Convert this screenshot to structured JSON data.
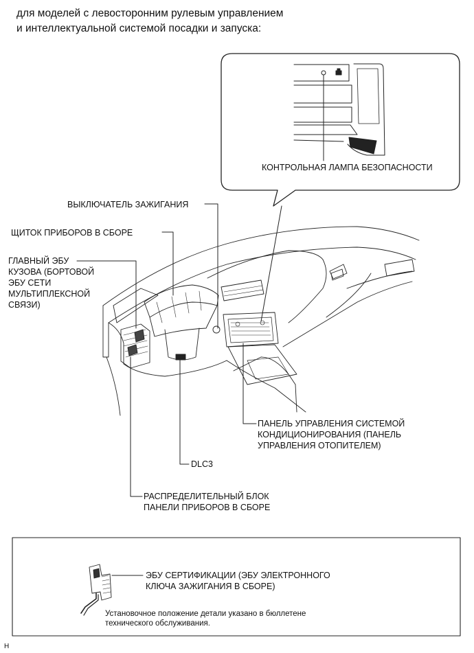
{
  "heading": {
    "line1": "для моделей с левосторонним рулевым управлением",
    "line2": "и интеллектуальной системой посадки и запуска:"
  },
  "labels": {
    "security_lamp": "КОНТРОЛЬНАЯ ЛАМПА БЕЗОПАСНОСТИ",
    "ignition_switch": "ВЫКЛЮЧАТЕЛЬ ЗАЖИГАНИЯ",
    "instrument_cluster": "ЩИТОК ПРИБОРОВ В СБОРЕ",
    "main_body_ecu": [
      "ГЛАВНЫЙ ЭБУ",
      "КУЗОВА (БОРТОВОЙ",
      "ЭБУ СЕТИ",
      "МУЛЬТИПЛЕКСНОЙ",
      "СВЯЗИ)"
    ],
    "ac_panel": [
      "ПАНЕЛЬ УПРАВЛЕНИЯ СИСТЕМОЙ",
      "КОНДИЦИОНИРОВАНИЯ (ПАНЕЛЬ",
      "УПРАВЛЕНИЯ ОТОПИТЕЛЕМ)"
    ],
    "dlc3": "DLC3",
    "junction_block": [
      "РАСПРЕДЕЛИТЕЛЬНЫЙ БЛОК",
      "ПАНЕЛИ ПРИБОРОВ В СБОРЕ"
    ],
    "certification_ecu": [
      "ЭБУ СЕРТИФИКАЦИИ (ЭБУ ЭЛЕКТРОННОГО",
      "КЛЮЧА ЗАЖИГАНИЯ В СБОРЕ)"
    ]
  },
  "note": [
    "Установочное положение детали указано в бюллетене",
    "технического обслуживания."
  ],
  "corner_mark": "H"
}
